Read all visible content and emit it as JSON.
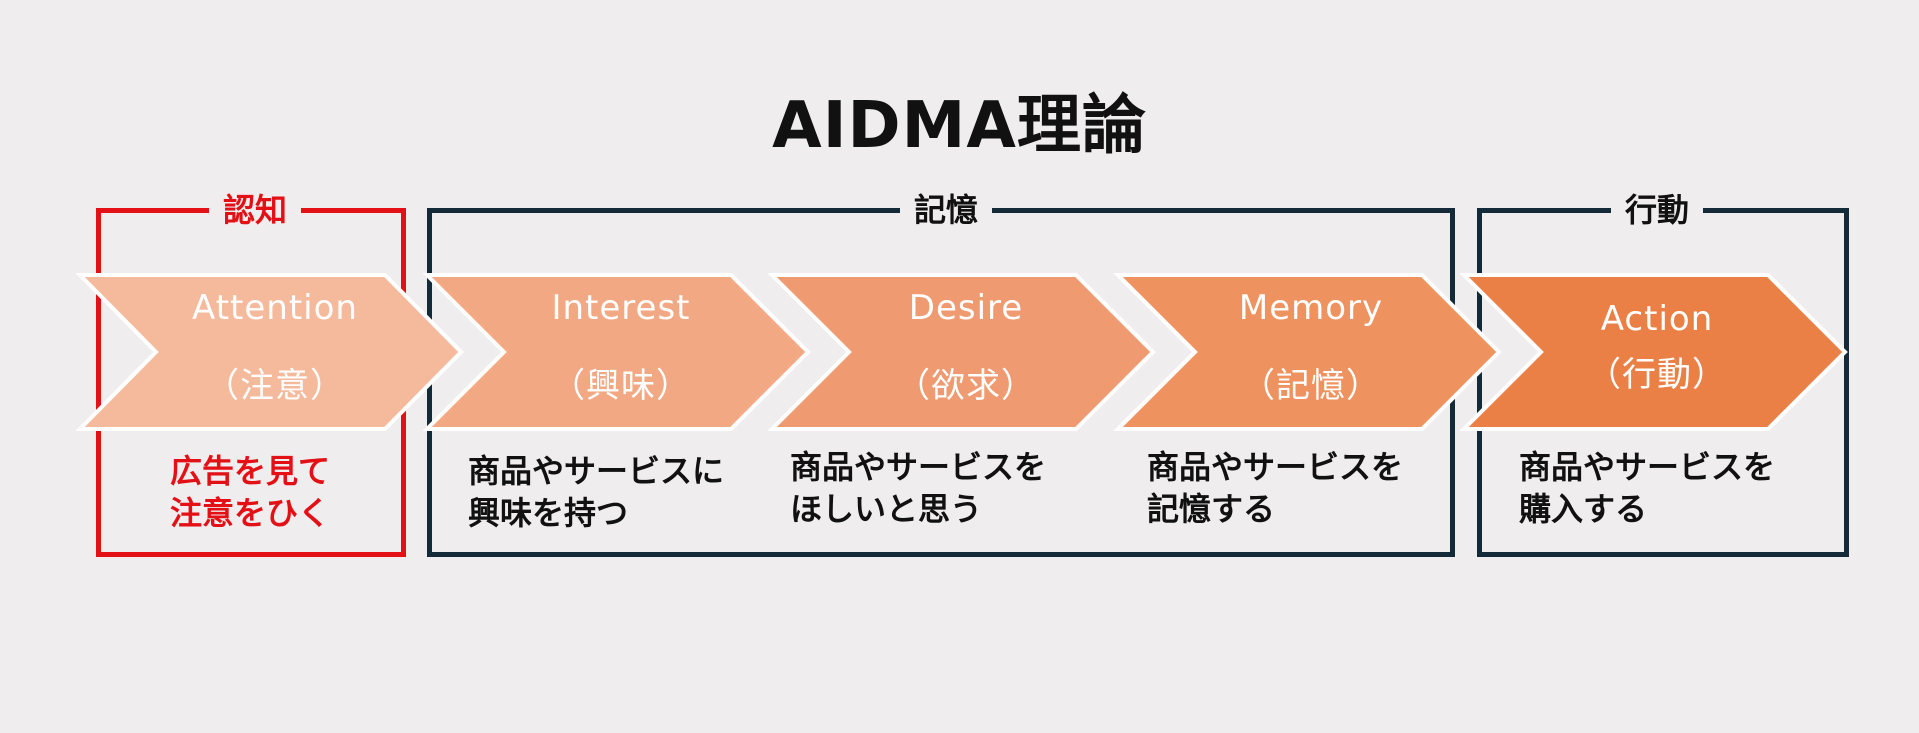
{
  "title": "AIDMA理論",
  "groups": {
    "cognition": "認知",
    "memory": "記憶",
    "action": "行動"
  },
  "stages": [
    {
      "en": "Attention",
      "ja": "（注意）",
      "desc_line1": "広告を見て",
      "desc_line2": "注意をひく"
    },
    {
      "en": "Interest",
      "ja": "（興味）",
      "desc_line1": "商品やサービスに",
      "desc_line2": "興味を持つ"
    },
    {
      "en": "Desire",
      "ja": "（欲求）",
      "desc_line1": "商品やサービスを",
      "desc_line2": "ほしいと思う"
    },
    {
      "en": "Memory",
      "ja": "（記憶）",
      "desc_line1": "商品やサービスを",
      "desc_line2": "記憶する"
    },
    {
      "en": "Action",
      "ja": "（行動）",
      "desc_line1": "商品やサービスを",
      "desc_line2": "購入する"
    }
  ],
  "colors": {
    "background": "#efedee",
    "frame_dark": "#132a38",
    "frame_red": "#e31015",
    "stage_fills": [
      "#f5b99c",
      "#f2a882",
      "#ef9a70",
      "#ee925f",
      "#eb8047"
    ]
  }
}
